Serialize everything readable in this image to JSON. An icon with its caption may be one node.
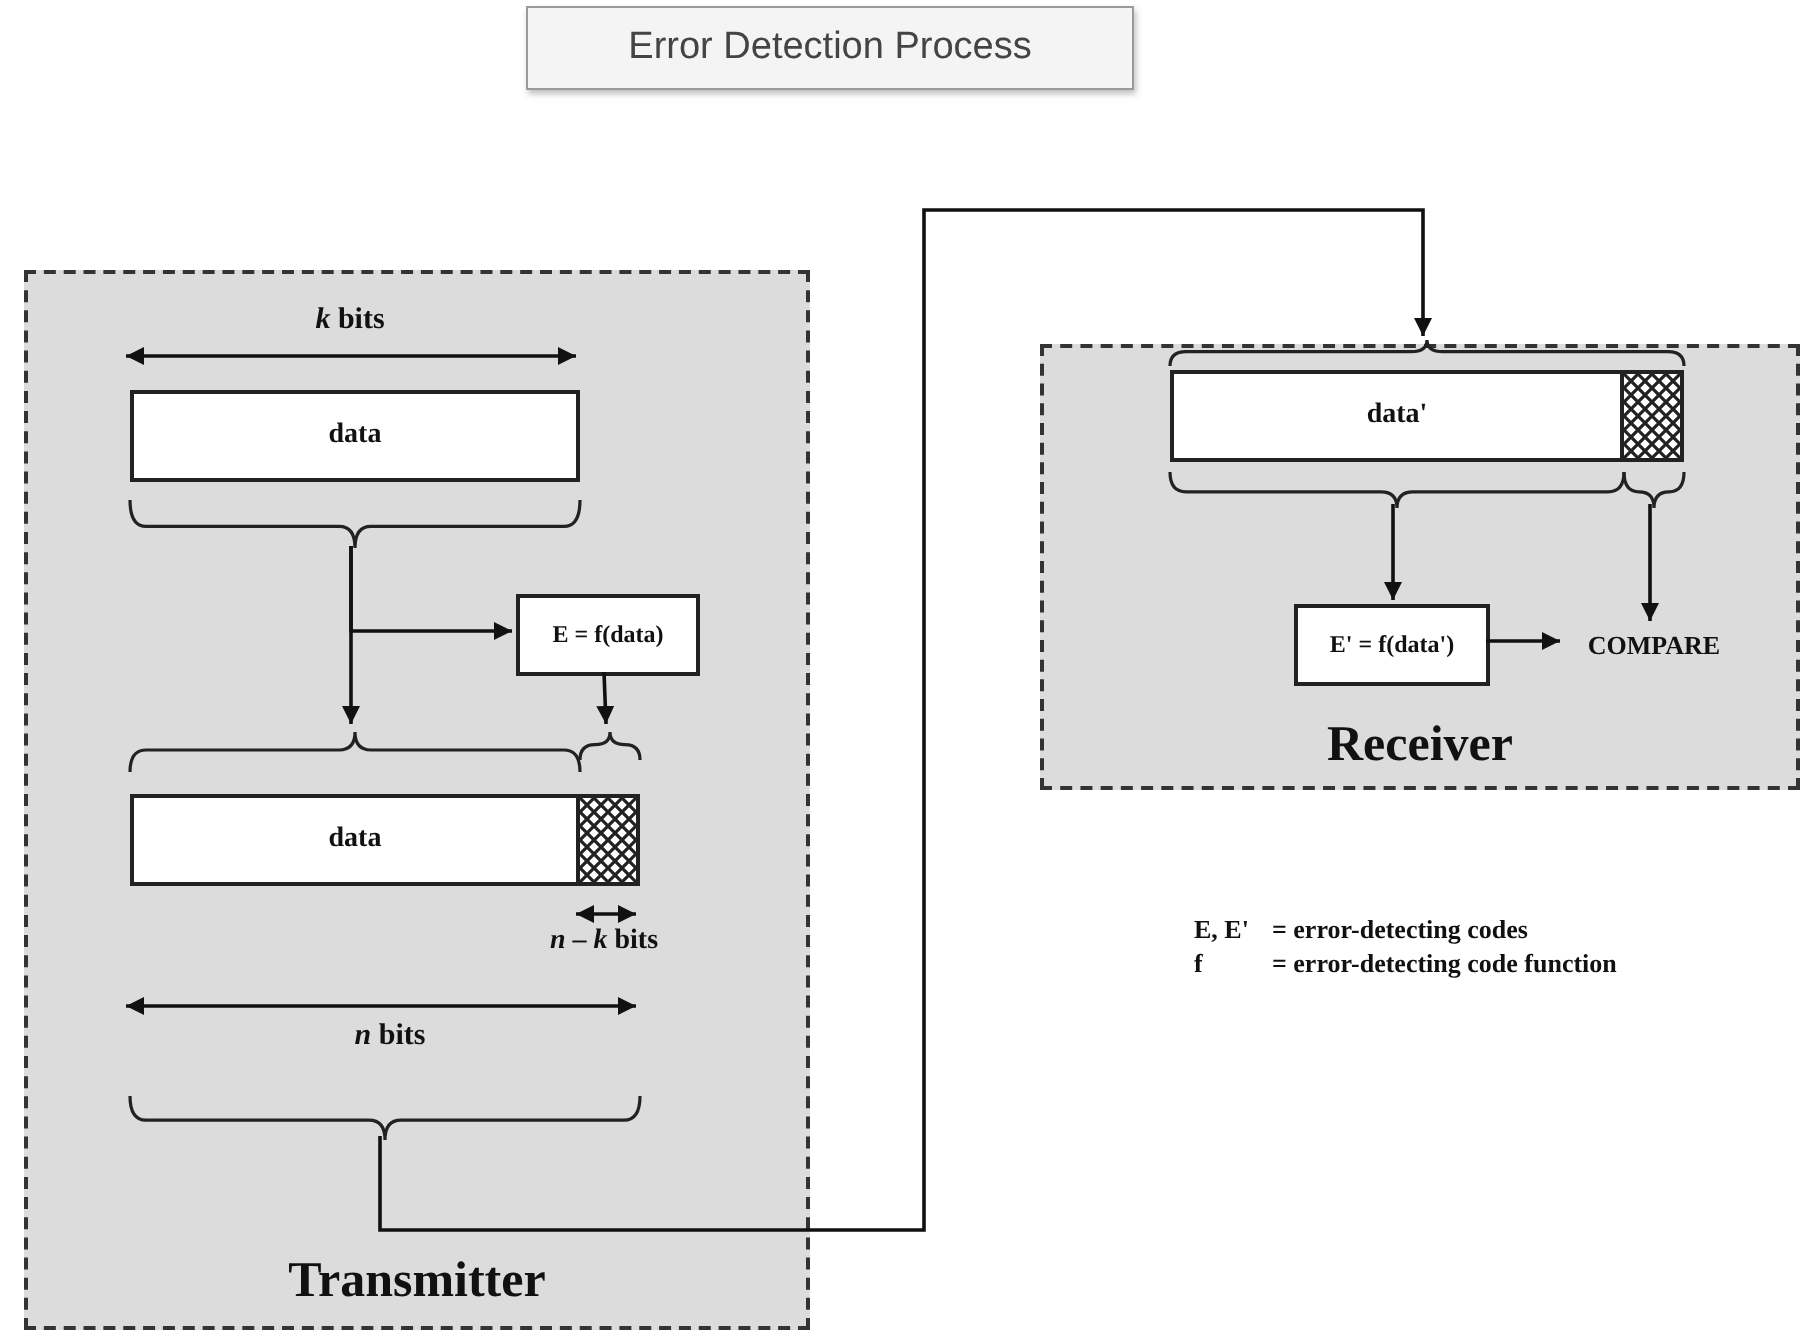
{
  "diagram": {
    "title": "Error Detection Process",
    "nodes": [
      {
        "text": [
          "Transmitter"
        ]
      },
      {
        "text": [
          "data"
        ],
        "in": 0
      },
      {
        "text": [
          "E = f(data)"
        ],
        "in": 0
      },
      {
        "text": [
          "data"
        ],
        "in": 0
      },
      {
        "text": [
          "Receiver"
        ]
      },
      {
        "text": [
          "data'"
        ],
        "in": 4
      },
      {
        "text": [
          "E' = f(data')"
        ],
        "in": 4
      },
      {
        "text": [
          "COMPARE"
        ],
        "in": 4
      }
    ],
    "edges": [
      {
        "from": 1,
        "to": 3,
        "arrow": "to"
      },
      {
        "from": 1,
        "to": 2,
        "arrow": "to"
      },
      {
        "from": 2,
        "to": 3,
        "arrow": "to"
      },
      {
        "from": 3,
        "to": 5,
        "arrow": "to"
      },
      {
        "from": 5,
        "to": 6,
        "arrow": "to"
      },
      {
        "from": 5,
        "to": 7,
        "arrow": "to"
      },
      {
        "from": 6,
        "to": 7,
        "arrow": "to"
      }
    ],
    "labels": [
      "*k* bits",
      "*n* – *k* bits",
      "*n* bits",
      "E, E'",
      "= error-detecting codes",
      "f",
      "= error-detecting code function"
    ]
  }
}
